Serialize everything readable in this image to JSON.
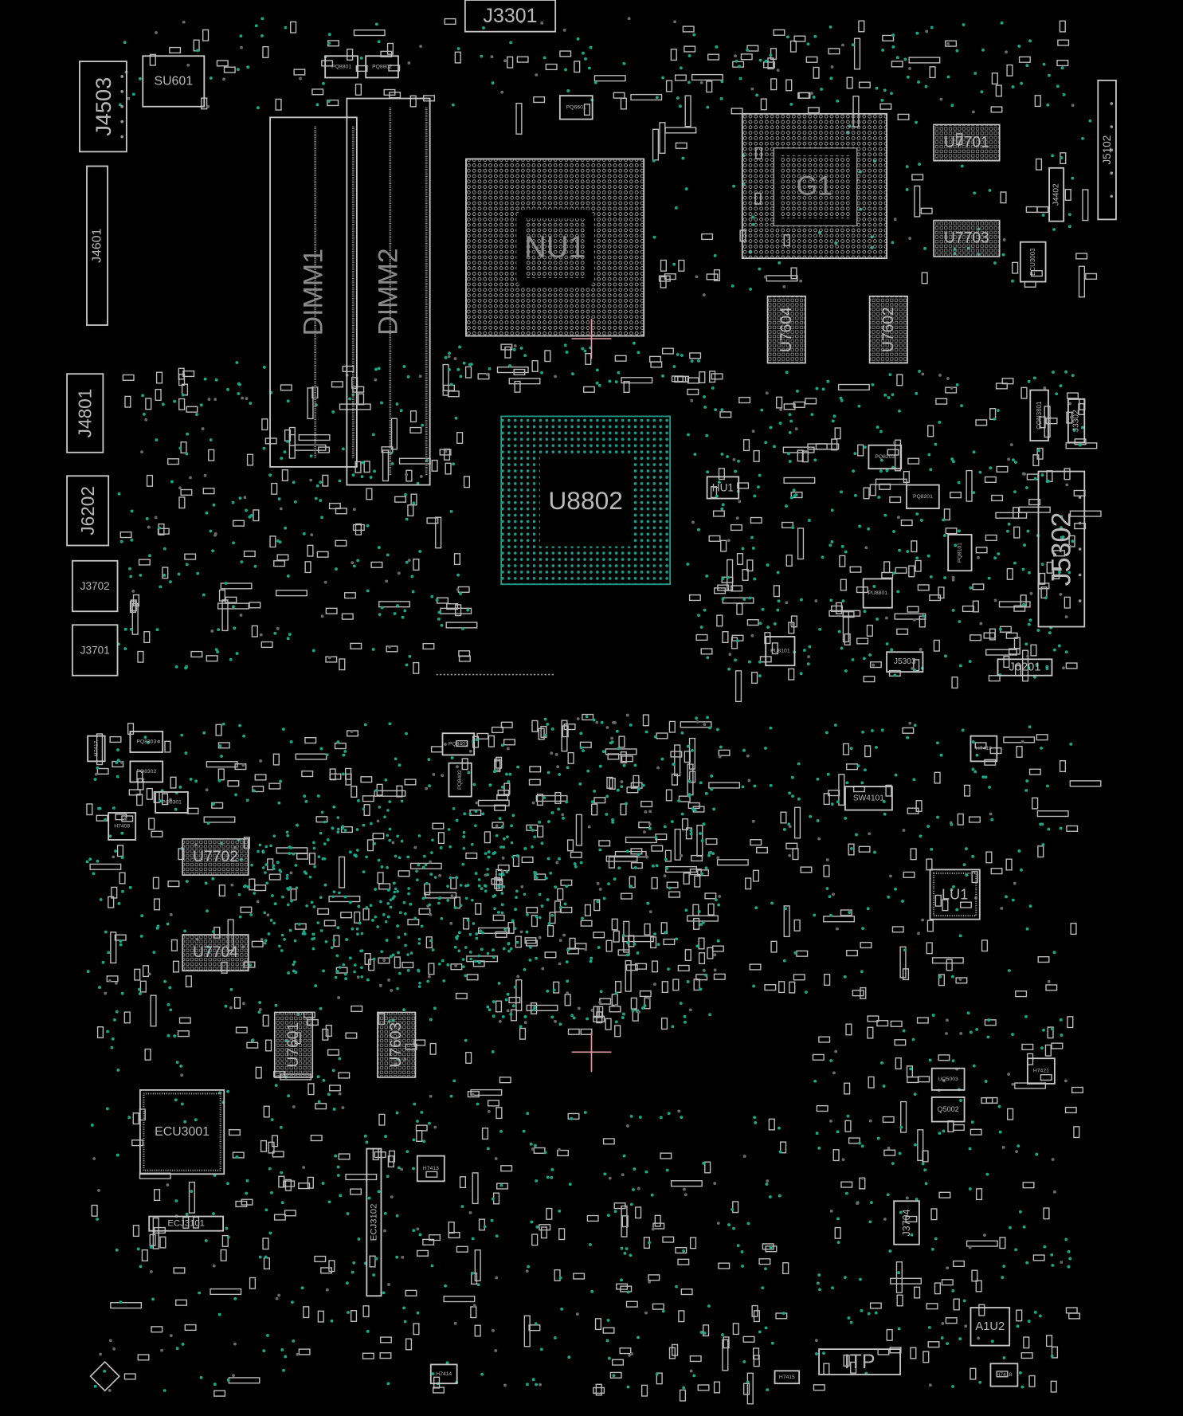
{
  "view": {
    "title": "Board view",
    "colors": {
      "background": "#000000",
      "outline": "#c8c8c8",
      "via": "#1aa88a",
      "bga_teal": "#1f9c8a",
      "cursor": "#e09aaa"
    }
  },
  "components": {
    "J3301": "J3301",
    "SU601": "SU601",
    "J4503": "J4503",
    "J4601": "J4601",
    "DIMM1": "DIMM1",
    "DIMM2": "DIMM2",
    "NU1": "NU1",
    "G1": "G1",
    "U7701": "U7701",
    "U7703": "U7703",
    "J5102": "J5102",
    "J4402": "J4402",
    "ECU3003": "ECU3003",
    "U7604": "U7604",
    "U7602": "U7602",
    "J4801": "J4801",
    "J6202": "J6202",
    "J3702": "J3702",
    "J3701": "J3701",
    "U8802": "U8802",
    "HU1": "HU1",
    "J5302": "J5302",
    "J5303": "J5303",
    "J6201": "J6201",
    "J3302": "J3302",
    "CON3801": "CON3801",
    "PQ8801": "PQ8801",
    "PQ8802": "PQ8802",
    "PQ6601": "PQ6601",
    "PQ8202": "PQ8202",
    "PQ8201": "PQ8201",
    "PQ8101": "PQ8101",
    "PU8801": "PU8801",
    "PU8101": "PU8101",
    "U7702": "U7702",
    "U7704": "U7704",
    "U7601": "U7601",
    "U7603": "U7603",
    "ECU3001": "ECU3001",
    "ECJ3101": "ECJ3101",
    "ECJ3102": "ECJ3102",
    "SW4101": "SW4101",
    "LU1": "LU1",
    "J3704": "J3704",
    "ITP": "ITP",
    "A1U2": "A1U2",
    "UQ5003": "UQ5003",
    "Q5002": "Q5002",
    "H7421": "H7421",
    "H7413": "H7413",
    "H7414": "H7414",
    "H7415": "H7415",
    "H7418": "H7418",
    "H7419": "H7419",
    "H7417": "H7417",
    "H7408": "H7408",
    "PQ8303": "PQ8303",
    "PQ8302": "PQ8302",
    "PQ8301": "PQ8301",
    "PQ8401": "PQ8401",
    "PQ8402": "PQ8402"
  }
}
